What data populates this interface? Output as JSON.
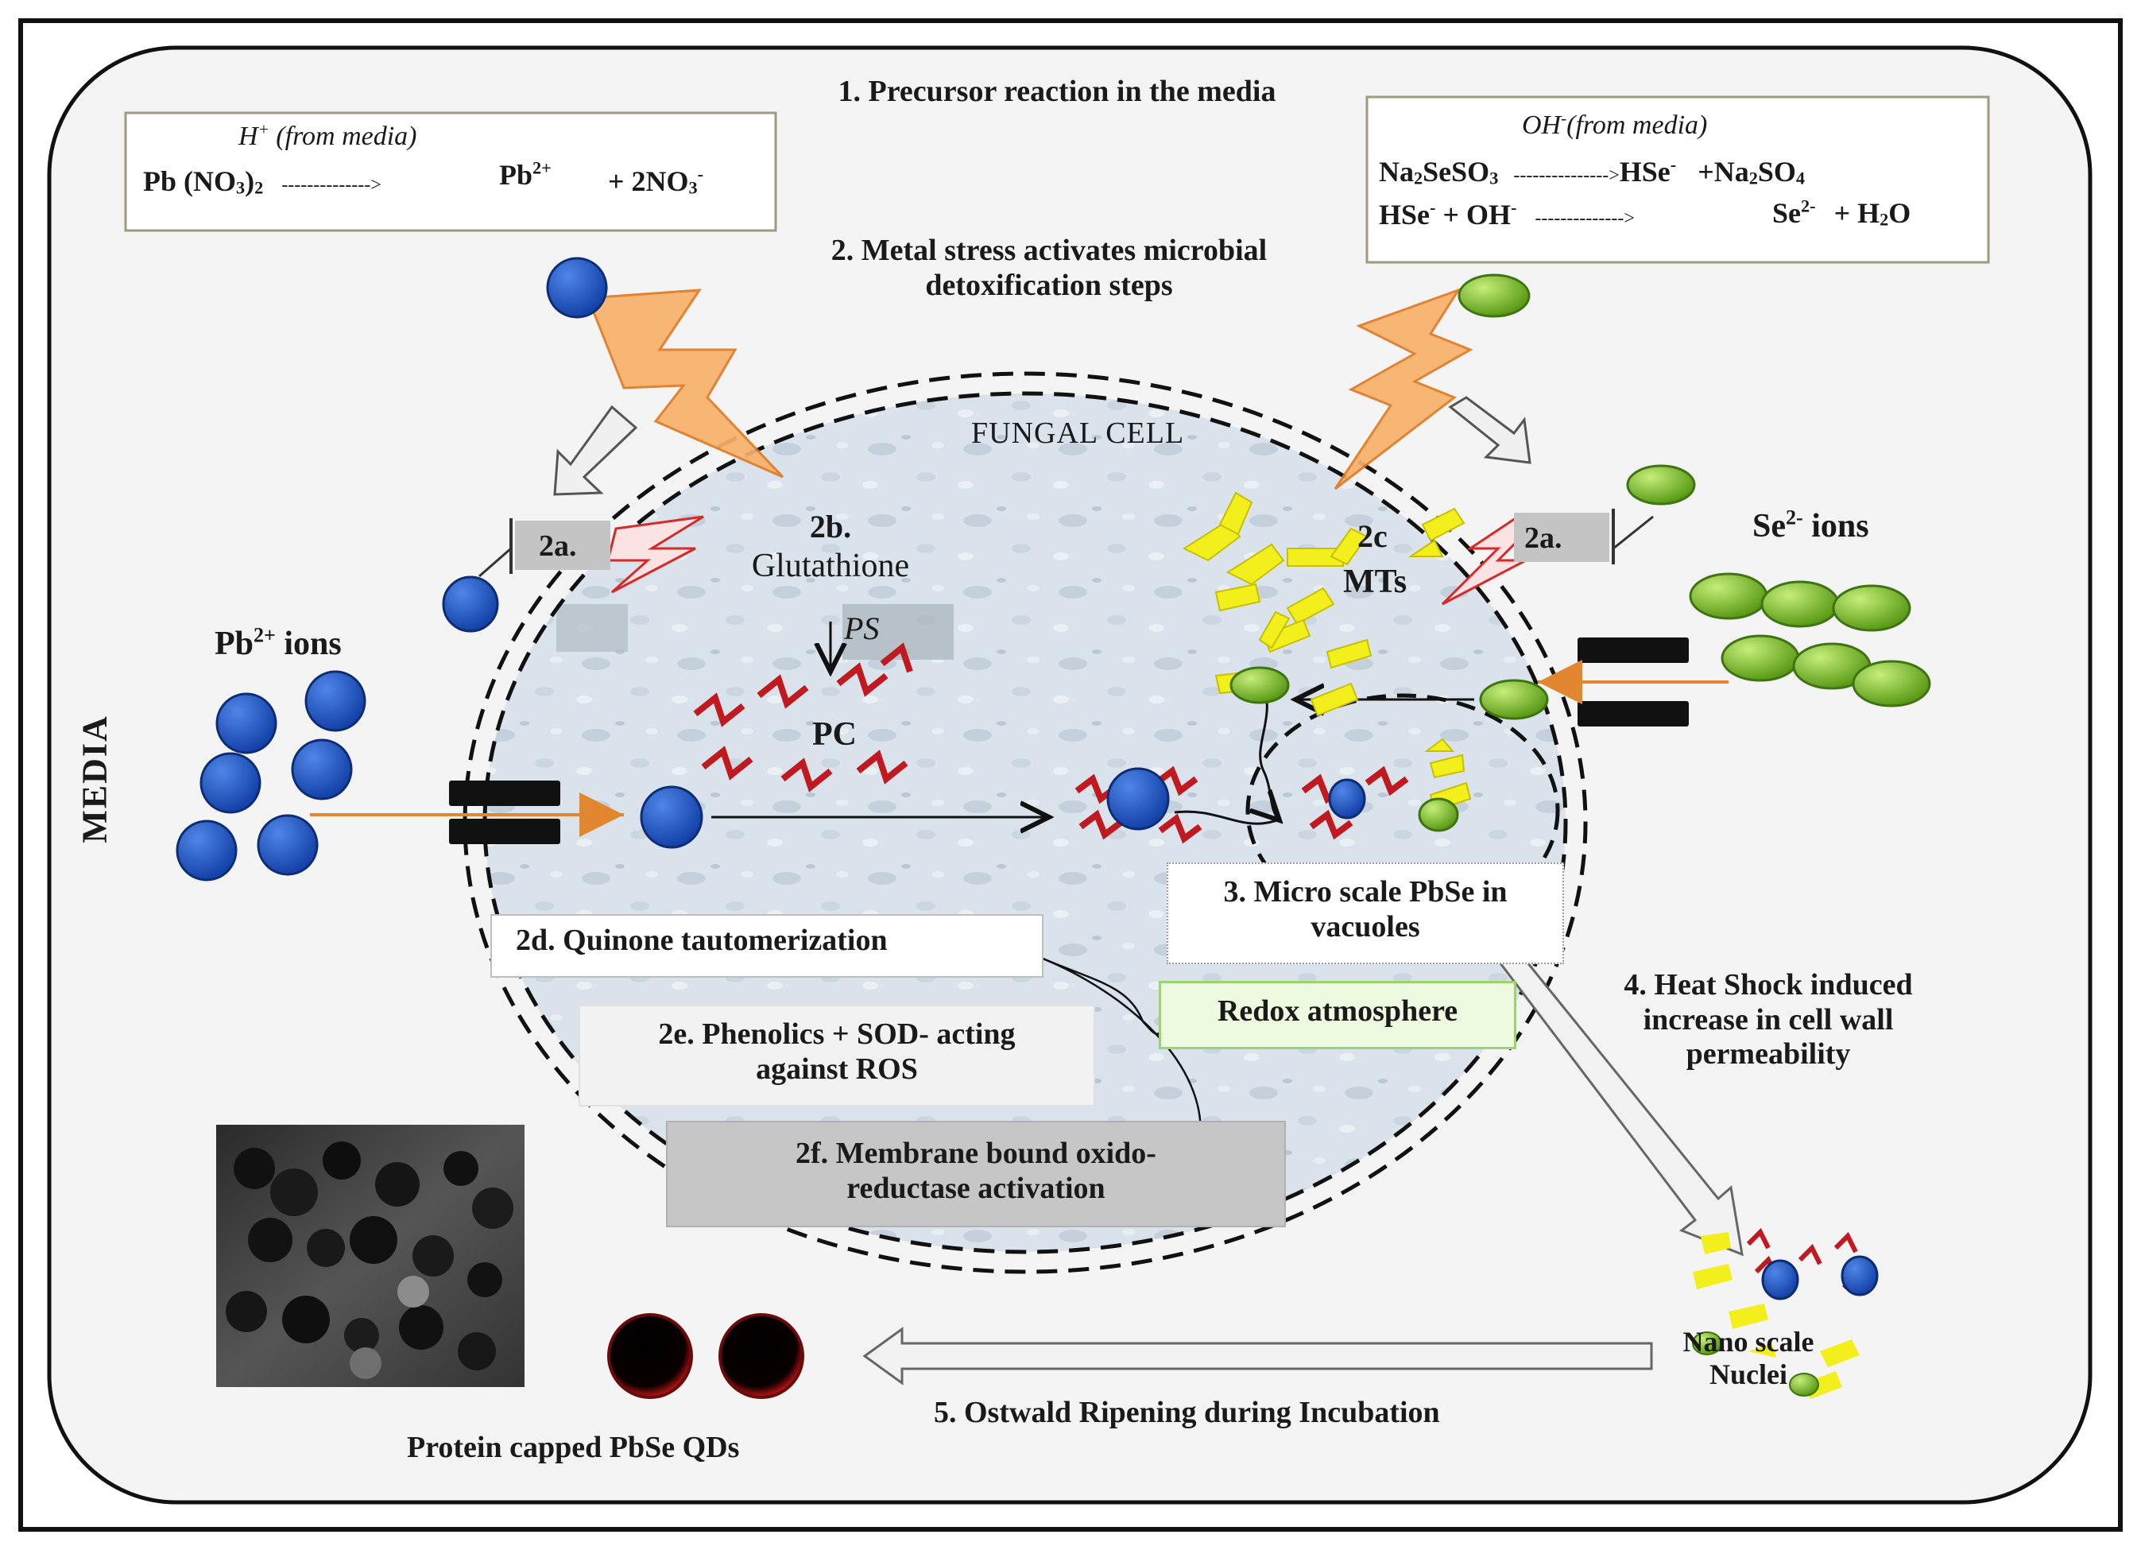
{
  "labels": {
    "media": "MEDIA",
    "step1": "1. Precursor reaction in the media",
    "step2_line1": "2. Metal stress activates microbial",
    "step2_line2": "detoxification steps",
    "fungal_cell": "FUNGAL  CELL",
    "step2a_left": "2a.",
    "step2a_right": "2a.",
    "step2b_num": "2b.",
    "step2b_text": "Glutathione",
    "ps": "PS",
    "pc": "PC",
    "step2c_num": "2c",
    "mts": "MTs",
    "pb_ions_symbol": "Pb",
    "pb_ions_charge": "2+",
    "pb_ions_word": " ions",
    "se_ions_symbol": "Se",
    "se_ions_charge": "2-",
    "se_ions_word": " ions",
    "step2d": "2d. Quinone tautomerization",
    "step2e_line1": "2e. Phenolics + SOD-  acting",
    "step2e_line2": "against ROS",
    "step2f_line1": "2f. Membrane bound oxido-",
    "step2f_line2": "reductase activation",
    "step3_line1": "3. Micro scale PbSe in",
    "step3_line2": "vacuoles",
    "redox": "Redox atmosphere",
    "step4_line1": "4. Heat Shock induced",
    "step4_line2": "increase in cell wall",
    "step4_line3": "permeability",
    "nano_line1": "Nano scale",
    "nano_line2": "Nuclei",
    "step5": "5. Ostwald  Ripening during Incubation",
    "qds": "Protein capped PbSe  QDs"
  },
  "equations": {
    "left": {
      "catalyst_symbol": "H",
      "catalyst_charge": "+",
      "catalyst_note": " (from media)",
      "reactant": "Pb (NO",
      "reactant_sub": "3",
      "reactant_close": ")",
      "reactant_sub2": "2",
      "arrow": "-------------->",
      "product1": "Pb",
      "product1_charge": "2+",
      "product2": "+ 2NO",
      "product2_sub": "3",
      "product2_charge": "-"
    },
    "right": {
      "catalyst_symbol": "OH",
      "catalyst_charge": "-",
      "catalyst_note": "(from media)",
      "r1_a": "Na",
      "r1_a_sub": "2",
      "r1_b": "SeSO",
      "r1_b_sub": "3",
      "r1_arrow": "--------------->",
      "r1_p1": "HSe",
      "r1_p1_charge": "-",
      "r1_p2": "+Na",
      "r1_p2_sub": "2",
      "r1_p3": "SO",
      "r1_p3_sub": "4",
      "r2_a": "HSe",
      "r2_a_charge": "-",
      "r2_b": " + OH",
      "r2_b_charge": "-",
      "r2_arrow": "-------------->",
      "r2_p1": "Se",
      "r2_p1_charge": "2-",
      "r2_p2": "+ H",
      "r2_p2_sub": "2",
      "r2_p3": "O"
    }
  },
  "colors": {
    "pb_ion": "#1f56c2",
    "se_ion": "#7cc22a",
    "pc_chain": "#c0191f",
    "mt_shape": "#f2ef1c",
    "lightning": "#f9b16a",
    "qd_ring": "#8b0d0d"
  }
}
